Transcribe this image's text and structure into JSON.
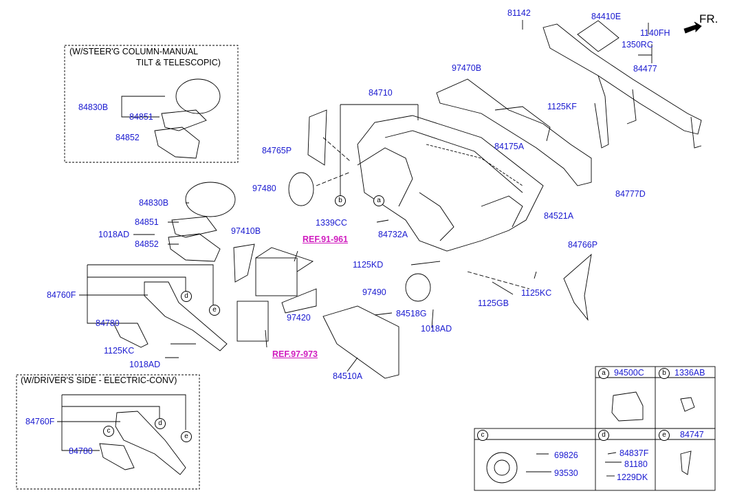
{
  "front_indicator": "FR.",
  "notes": {
    "steer_line1": "(W/STEER'G COLUMN-MANUAL",
    "steer_line2": "TILT & TELESCOPIC)",
    "driver": "(W/DRIVER'S SIDE - ELECTRIC-CONV)"
  },
  "refs": {
    "r1": "REF.91-961",
    "r2": "REF.97-973"
  },
  "labels": {
    "p81142": "81142",
    "p84410E": "84410E",
    "p1140FH": "1140FH",
    "p1350RC": "1350RC",
    "p84477": "84477",
    "p97470B": "97470B",
    "p84710": "84710",
    "p1125KF": "1125KF",
    "p84175A": "84175A",
    "p84777D": "84777D",
    "p84765P": "84765P",
    "p97480": "97480",
    "p84521A": "84521A",
    "p1339CC": "1339CC",
    "p84732A": "84732A",
    "p97410B": "97410B",
    "p84766P": "84766P",
    "p1125KD": "1125KD",
    "p1125KC_r": "1125KC",
    "p1125GB": "1125GB",
    "p97490": "97490",
    "p84518G": "84518G",
    "p1018AD_c": "1018AD",
    "p97420": "97420",
    "p84510A": "84510A",
    "s84830B": "84830B",
    "s84851": "84851",
    "s84852": "84852",
    "m84830B": "84830B",
    "m84851": "84851",
    "m1018AD": "1018AD",
    "m84852": "84852",
    "l84760F": "84760F",
    "l84780": "84780",
    "l1125KC": "1125KC",
    "l1018AD": "1018AD",
    "d84760F": "84760F",
    "d84780": "84780"
  },
  "circles": {
    "a": "a",
    "b": "b",
    "c": "c",
    "d": "d",
    "e": "e"
  },
  "legend": {
    "a_code": "94500C",
    "b_code": "1336AB",
    "e_code": "84747",
    "c_p1": "69826",
    "c_p2": "93530",
    "d_p1": "84837F",
    "d_p2": "81180",
    "d_p3": "1229DK"
  }
}
